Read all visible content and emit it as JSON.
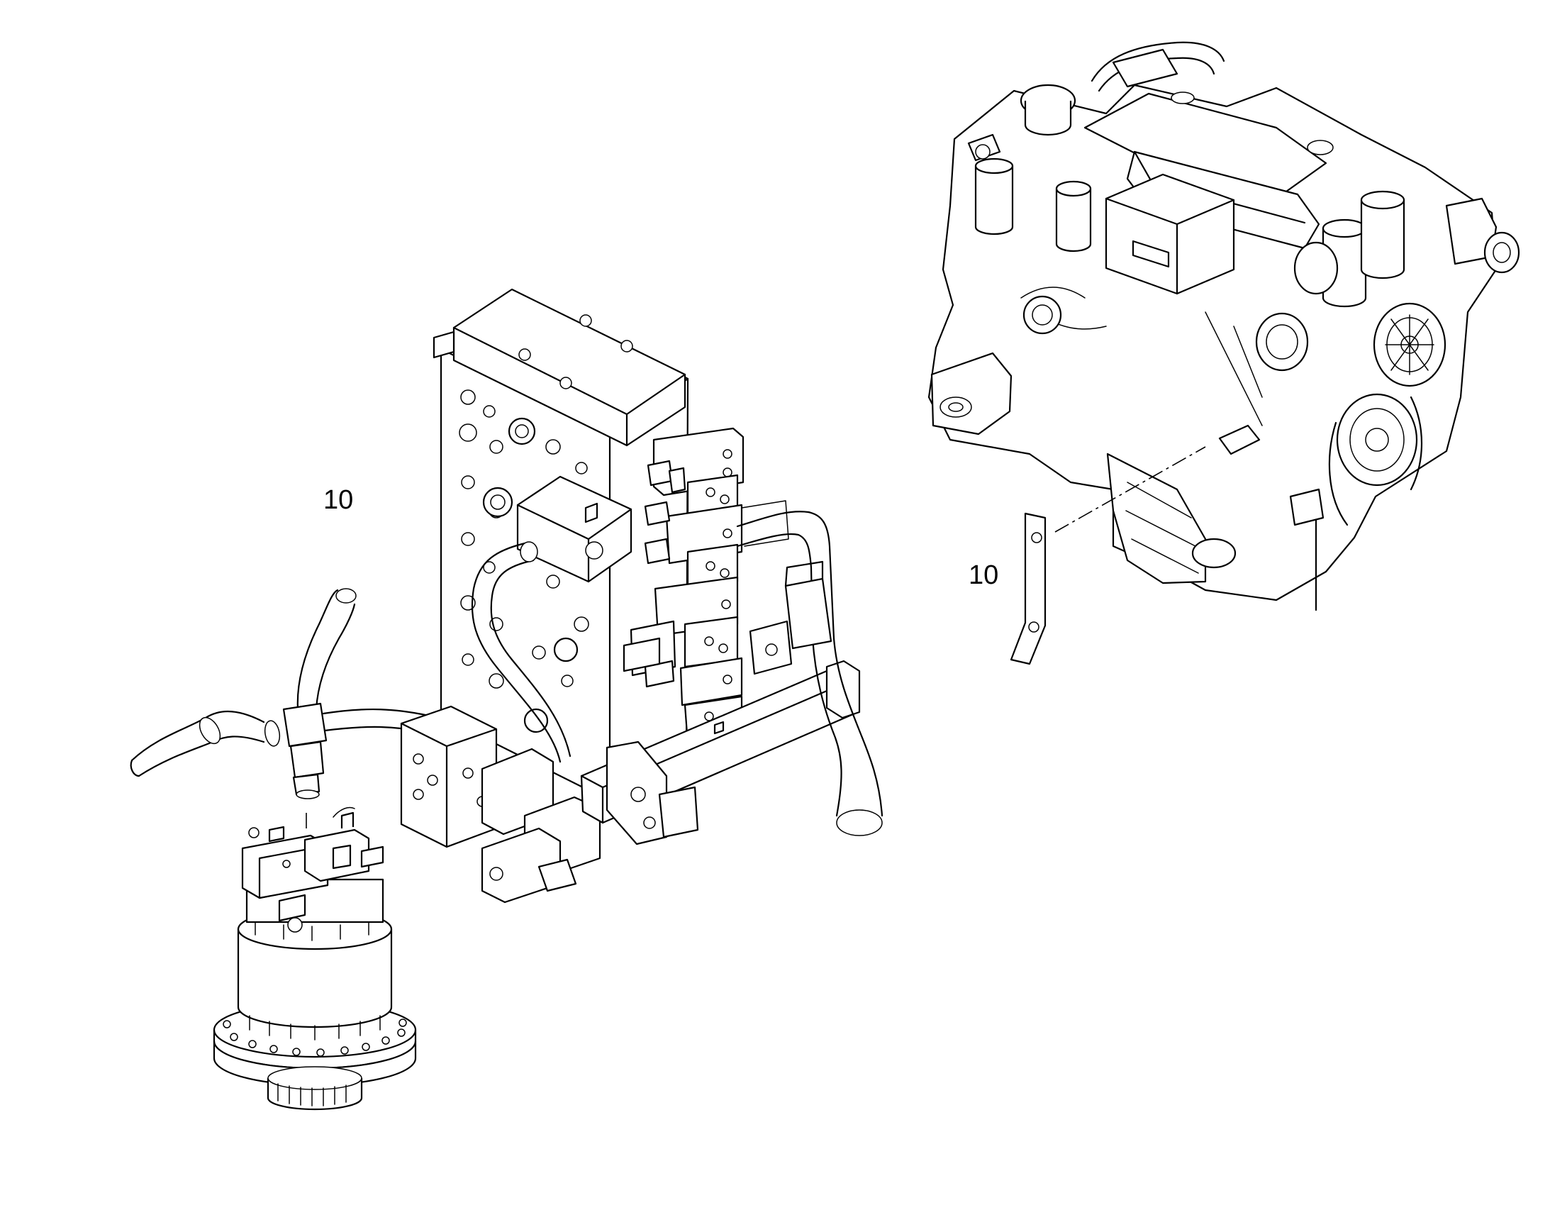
{
  "callouts": [
    {
      "id": "valve-group",
      "label": "10"
    },
    {
      "id": "engine-bracket",
      "label": "10"
    }
  ]
}
